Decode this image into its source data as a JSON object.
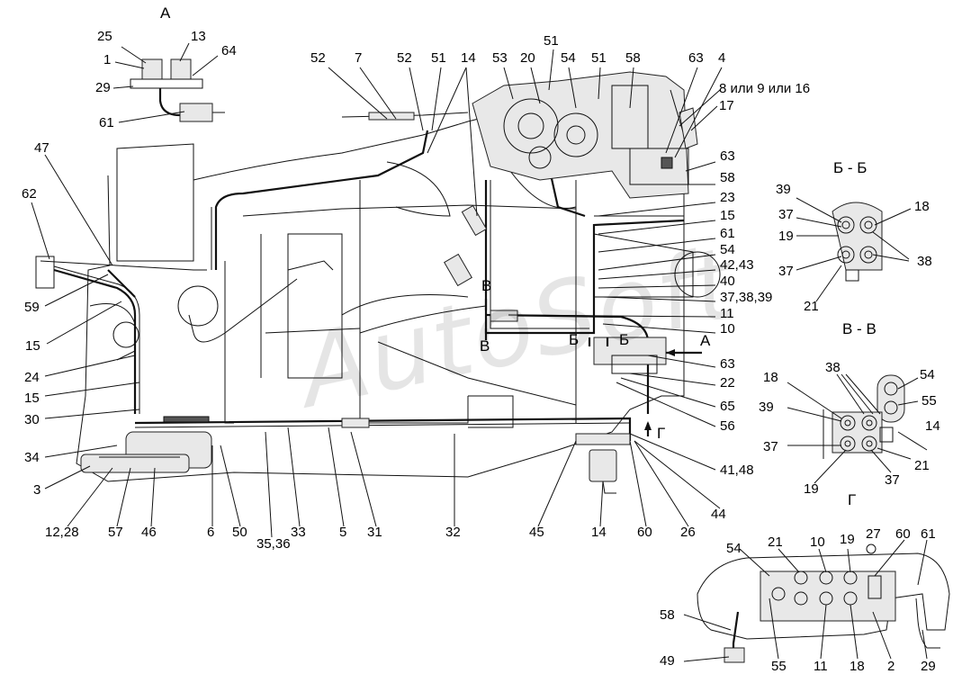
{
  "section_titles": {
    "a": "А",
    "b": "Б - Б",
    "v": "В - В",
    "g": "Г"
  },
  "watermark": "AutoSoft",
  "view_markers": {
    "v_top": "В",
    "v_bottom": "В",
    "b_left": "Б",
    "b_right": "Б",
    "a_arrow": "А",
    "g_arrow": "Г"
  },
  "callouts": {
    "a_25": "25",
    "a_13": "13",
    "a_64": "64",
    "a_1": "1",
    "a_29": "29",
    "a_61": "61",
    "top_52a": "52",
    "top_7": "7",
    "top_52b": "52",
    "top_51a": "51",
    "top_14": "14",
    "top_53": "53",
    "top_20": "20",
    "top_51b": "51",
    "top_54": "54",
    "top_51c": "51",
    "top_58": "58",
    "top_63": "63",
    "top_4": "4",
    "top_8": "8 или 9 или 16",
    "top_17": "17",
    "l_47": "47",
    "l_62": "62",
    "l_59": "59",
    "l_15a": "15",
    "l_24": "24",
    "l_15b": "15",
    "l_30": "30",
    "l_34": "34",
    "l_3": "3",
    "r_63a": "63",
    "r_58": "58",
    "r_23": "23",
    "r_15": "15",
    "r_61": "61",
    "r_54": "54",
    "r_4243": "42,43",
    "r_40": "40",
    "r_373839": "37,38,39",
    "r_11": "11",
    "r_10": "10",
    "r_63b": "63",
    "r_22": "22",
    "r_65": "65",
    "r_56": "56",
    "r_4148": "41,48",
    "b_39": "39",
    "b_37a": "37",
    "b_19": "19",
    "b_18": "18",
    "b_38": "38",
    "b_37b": "37",
    "b_21": "21",
    "v_18": "18",
    "v_38": "38",
    "v_54": "54",
    "v_55": "55",
    "v_39": "39",
    "v_14": "14",
    "v_37a": "37",
    "v_21": "21",
    "v_19": "19",
    "v_37b": "37",
    "bt_1228": "12,28",
    "bt_57": "57",
    "bt_46": "46",
    "bt_6": "6",
    "bt_50": "50",
    "bt_3536": "35,36",
    "bt_33": "33",
    "bt_5": "5",
    "bt_31": "31",
    "bt_32": "32",
    "bt_45": "45",
    "bt_14": "14",
    "bt_60": "60",
    "bt_26": "26",
    "bt_44": "44",
    "g_54": "54",
    "g_21": "21",
    "g_10": "10",
    "g_19": "19",
    "g_27": "27",
    "g_60": "60",
    "g_61": "61",
    "g_58": "58",
    "g_49": "49",
    "g_55": "55",
    "g_11": "11",
    "g_18": "18",
    "g_2": "2",
    "g_29": "29"
  }
}
